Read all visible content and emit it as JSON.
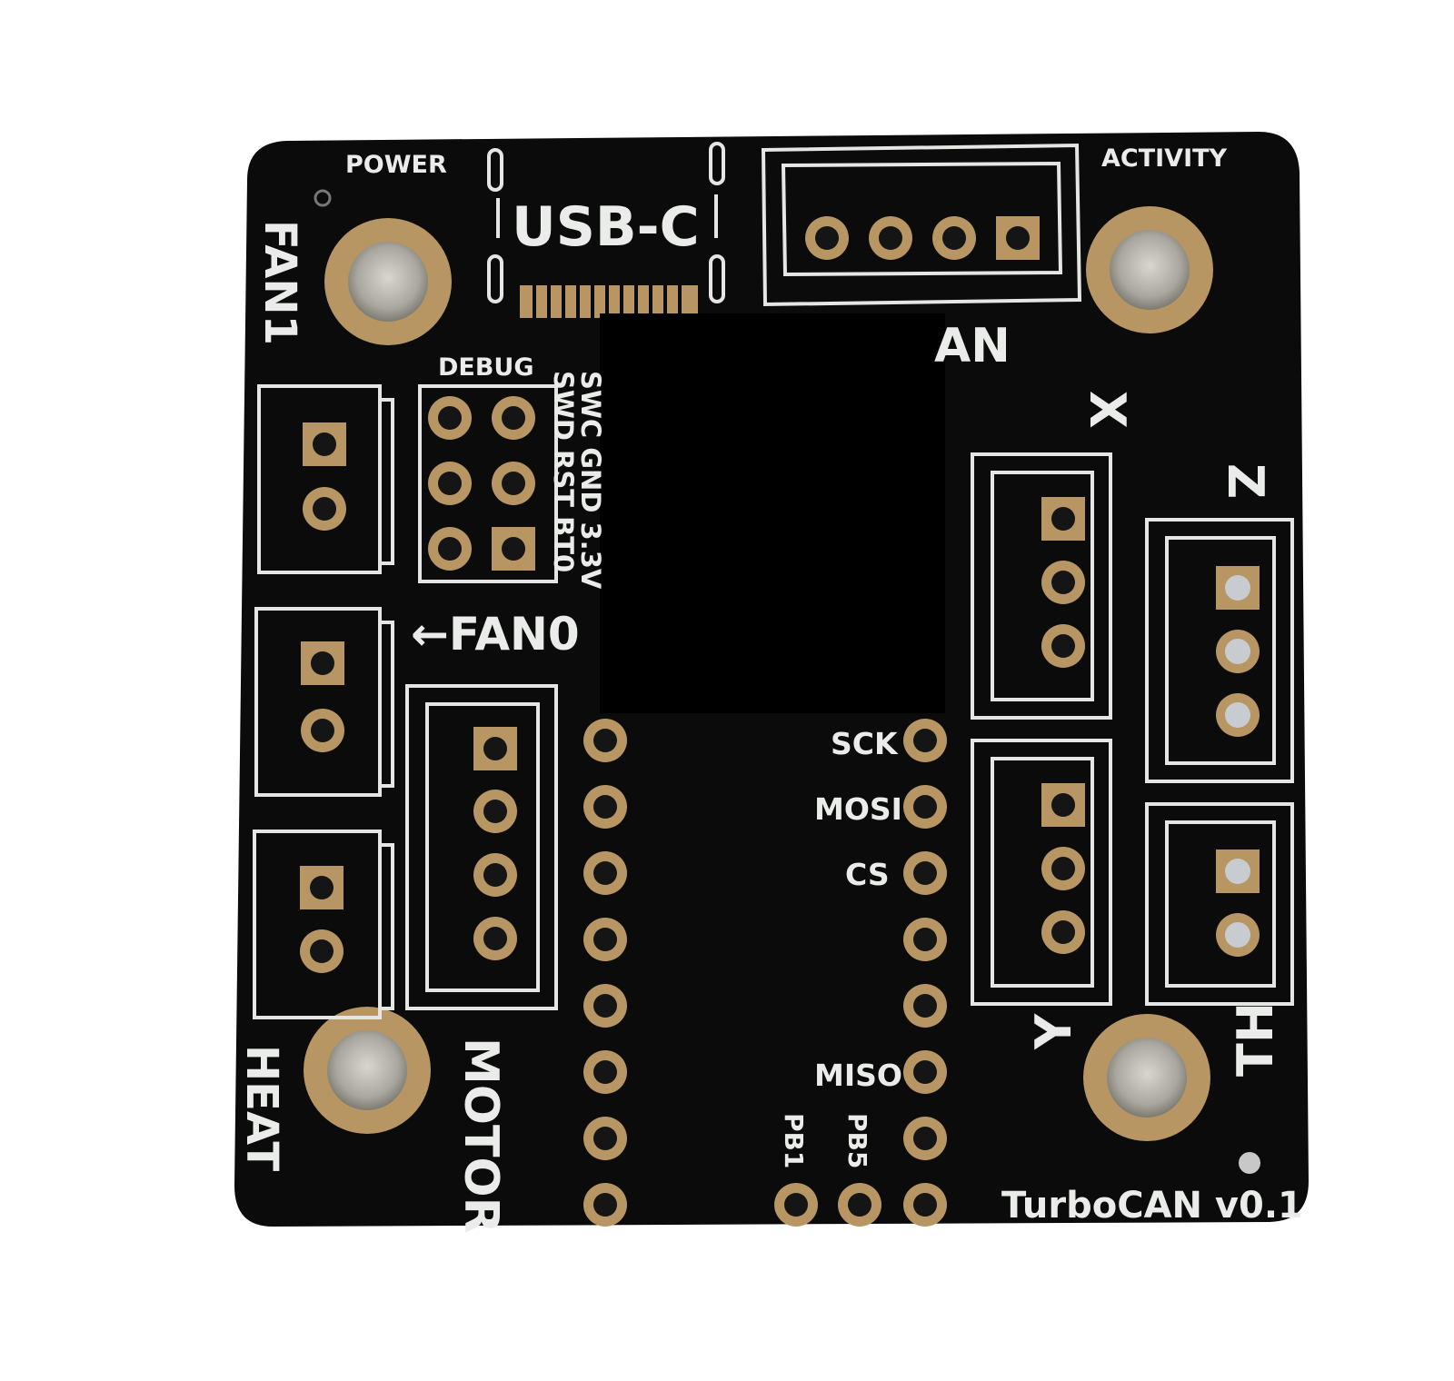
{
  "board": {
    "colors": {
      "board": "#0b0b0b",
      "silk": "#e9ece8",
      "gold": "#b89663",
      "mask": "#000000",
      "drill": "#151515",
      "hole": "#bdbcb6"
    },
    "labels": {
      "power": "POWER",
      "activity": "ACTIVITY",
      "usbc": "USB-C",
      "can": "AN",
      "fan1": "FAN1",
      "debug": "DEBUG",
      "swc_row": "SWC GND 3.3V",
      "swd_row": "SWD RST BT0",
      "fan0": "←FAN0",
      "x": "X",
      "z": "Z",
      "y": "Y",
      "th": "TH",
      "heat": "HEAT",
      "motor": "MOTOR",
      "sck": "SCK",
      "mosi": "MOSI",
      "cs": "CS",
      "miso": "MISO",
      "pb1": "PB1",
      "pb5": "PB5",
      "version": "TurboCAN v0.1"
    }
  }
}
